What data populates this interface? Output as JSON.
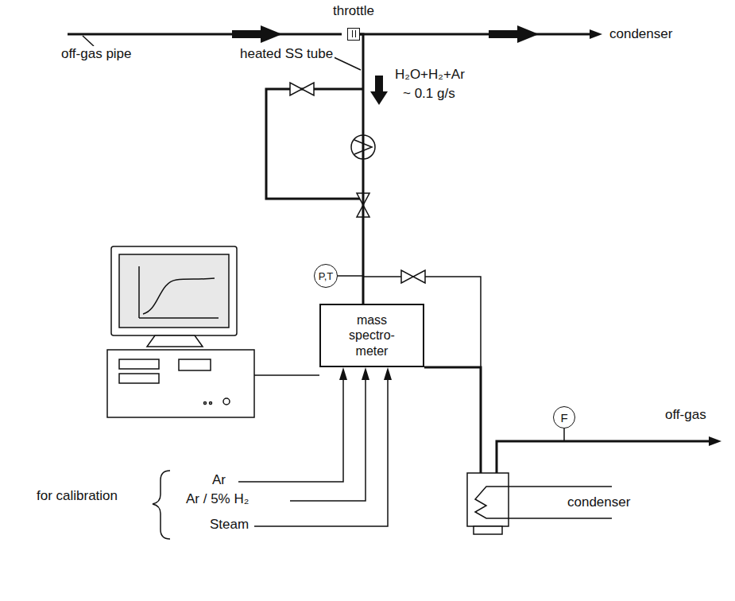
{
  "diagram": {
    "nodes": [
      {
        "text": [
          "throttle"
        ]
      },
      {
        "text": [
          "P,T"
        ]
      },
      {
        "text": [
          "mass spectro- meter"
        ]
      },
      {
        "text": [
          "F"
        ]
      }
    ],
    "edges": [
      {
        "from": 0,
        "to": 2,
        "arrow": "none"
      }
    ],
    "labels": [
      "off-gas pipe",
      "condenser",
      "heated SS tube",
      "H₂O+H₂+Ar",
      "~ 0.1 g/s",
      "off-gas",
      "condenser",
      "for calibration",
      "Ar",
      "Ar / 5% H₂",
      "Steam"
    ]
  }
}
